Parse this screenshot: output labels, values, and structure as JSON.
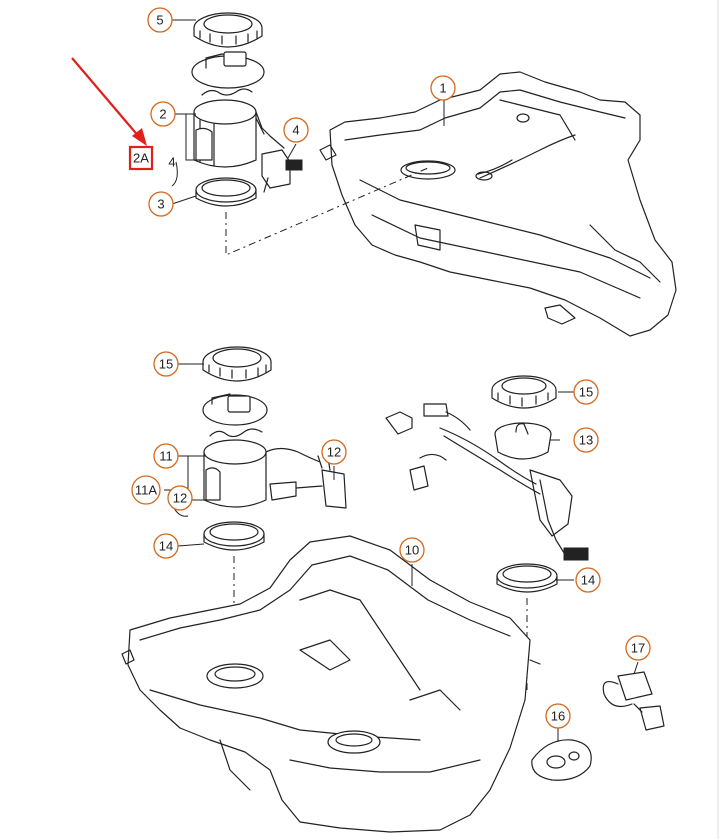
{
  "callouts": {
    "c1": "1",
    "c2": "2",
    "c2a": "2A",
    "c3": "3",
    "c4a": "4",
    "c4b": "4",
    "c5": "5",
    "c10": "10",
    "c11": "11",
    "c11a": "11A",
    "c12a": "12",
    "c12b": "12",
    "c13": "13",
    "c14a": "14",
    "c14b": "14",
    "c15a": "15",
    "c15b": "15",
    "c16": "16",
    "c17": "17"
  },
  "colors": {
    "callout_ring": "#d2691e",
    "highlight_box": "#e0201c",
    "arrow": "#e0201c"
  }
}
